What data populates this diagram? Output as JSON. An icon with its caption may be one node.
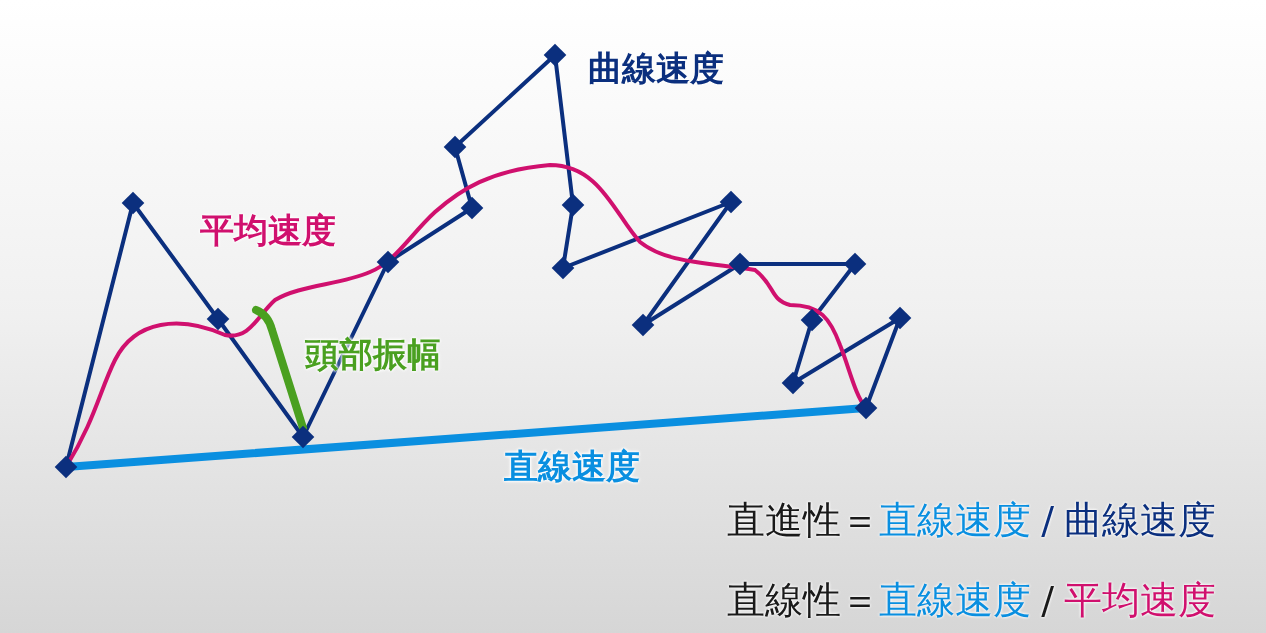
{
  "diagram": {
    "labels": [
      "曲線速度",
      "平均速度",
      "頭部振幅",
      "直線速度",
      "直進性＝",
      "直線速度",
      "/",
      "曲線速度",
      "直線性＝",
      "直線速度",
      "/",
      "平均速度"
    ]
  }
}
